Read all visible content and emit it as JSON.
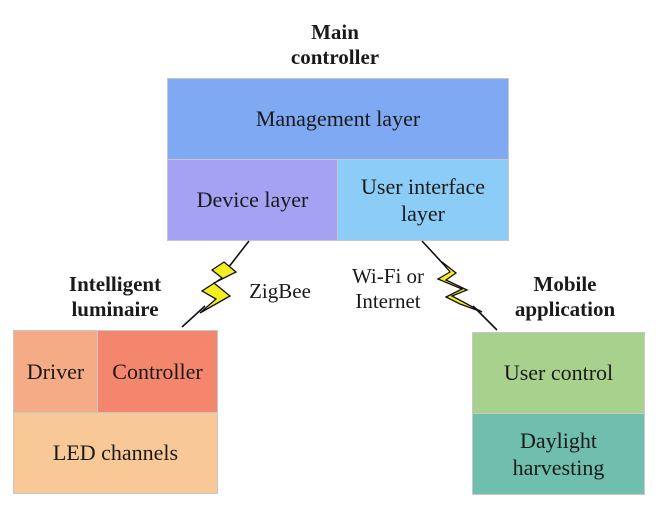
{
  "main_controller": {
    "title_line1": "Main",
    "title_line2": "controller",
    "management_layer": "Management layer",
    "device_layer": "Device layer",
    "ui_layer_line1": "User interface",
    "ui_layer_line2": "layer"
  },
  "luminaire": {
    "title_line1": "Intelligent",
    "title_line2": "luminaire",
    "driver": "Driver",
    "controller": "Controller",
    "led_channels": "LED channels"
  },
  "mobile": {
    "title_line1": "Mobile",
    "title_line2": "application",
    "user_control": "User control",
    "daylight_line1": "Daylight",
    "daylight_line2": "harvesting"
  },
  "links": {
    "zigbee": "ZigBee",
    "wifi_line1": "Wi-Fi or",
    "wifi_line2": "Internet"
  },
  "colors": {
    "management": "#7fa9f2",
    "device": "#a5a2f4",
    "user_interface": "#8ccdf7",
    "driver": "#f5ab86",
    "controller": "#f4866e",
    "led_channels": "#f8c896",
    "user_control": "#a9d18e",
    "daylight": "#6fbeae",
    "lightning": "#f5ee1f"
  }
}
